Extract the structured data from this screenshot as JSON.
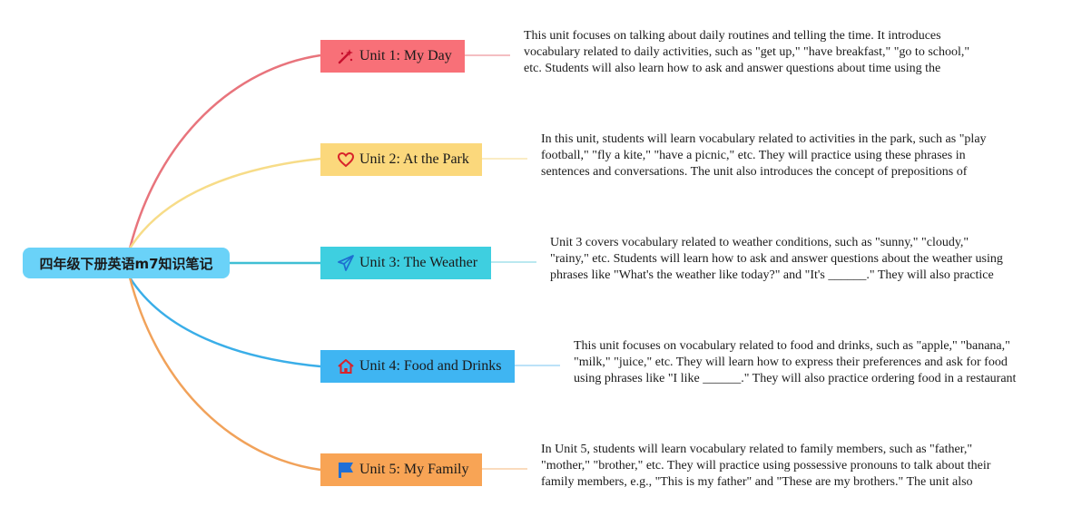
{
  "root": {
    "title": "四年级下册英语m7知识笔记"
  },
  "units": [
    {
      "title": "Unit 1: My Day",
      "icon": "magic-wand-icon",
      "color": "#f87078",
      "line_color": "#e8747c",
      "description": "This unit focuses on talking about daily routines and telling the time. It introduces vocabulary related to daily activities, such as \"get up,\" \"have breakfast,\" \"go to school,\" etc. Students will also learn how to ask and answer questions about time using the phrases \"What time is it?\" and \"It's ______ o'clock.\""
    },
    {
      "title": "Unit 2: At the Park",
      "icon": "heart-icon",
      "color": "#fbd87c",
      "line_color": "#f7dc88",
      "description": "In this unit, students will learn vocabulary related to activities in the park, such as \"play football,\" \"fly a kite,\" \"have a picnic,\" etc. They will practice using these phrases in sentences and conversations. The unit also introduces the concept of prepositions of place, such as \"in,\" \"on,\" and \"under,\" to describe the location of objects."
    },
    {
      "title": "Unit 3: The Weather",
      "icon": "paper-plane-icon",
      "color": "#3ecfe0",
      "line_color": "#40bfd4",
      "description": "Unit 3 covers vocabulary related to weather conditions, such as \"sunny,\" \"cloudy,\" \"rainy,\" etc. Students will learn how to ask and answer questions about the weather using phrases like \"What's the weather like today?\" and \"It's ______.\" They will also practice using appropriate clothing and accessories for different weather conditions."
    },
    {
      "title": "Unit 4: Food and Drinks",
      "icon": "home-icon",
      "color": "#3fb5f2",
      "line_color": "#3aaee8",
      "description": "This unit focuses on vocabulary related to food and drinks, such as \"apple,\" \"banana,\" \"milk,\" \"juice,\" etc. They will learn how to express their preferences and ask for food using phrases like \"I like ______.\" They will also practice ordering food in a restaurant and using polite phrases like \"Please\" and \"Thank you.\""
    },
    {
      "title": "Unit 5: My Family",
      "icon": "flag-icon",
      "color": "#f8a455",
      "line_color": "#f1a25a",
      "description": "In Unit 5, students will learn vocabulary related to family members, such as \"father,\" \"mother,\" \"brother,\" etc. They will practice using possessive pronouns to talk about their family members, e.g., \"This is my father\" and \"These are my brothers.\" The unit also introduces adjectives to describe family members' appearance and personality."
    }
  ]
}
